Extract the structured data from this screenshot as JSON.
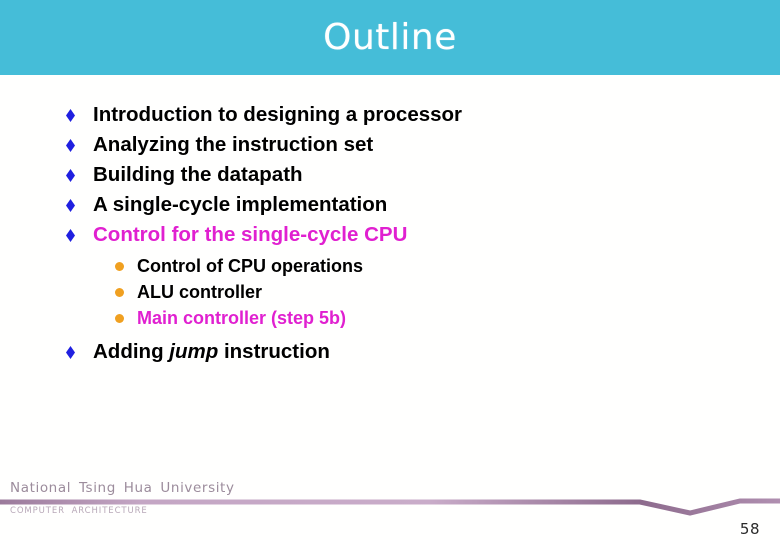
{
  "slide": {
    "title": "Outline",
    "page_number": "58",
    "colors": {
      "header_band": "#45BDD8",
      "title_text": "#FFFFFF",
      "body_text": "#000000",
      "highlight_text": "#E020D0",
      "diamond_bullet": "#2020E0",
      "dot_bullet": "#F0A020",
      "footer_rule": "#9B7A9B",
      "footer_text": "#9C8C9C"
    }
  },
  "outline": {
    "items": [
      {
        "label": "Introduction to designing a processor",
        "highlight": false
      },
      {
        "label": "Analyzing the instruction set",
        "highlight": false
      },
      {
        "label": "Building the datapath",
        "highlight": false
      },
      {
        "label": "A single-cycle implementation",
        "highlight": false
      },
      {
        "label": "Control for the single-cycle CPU",
        "highlight": true
      }
    ],
    "subitems": [
      {
        "label": "Control of CPU operations",
        "highlight": false
      },
      {
        "label": "ALU controller",
        "highlight": false
      },
      {
        "label": "Main controller (step 5b)",
        "highlight": true
      }
    ],
    "tail_item": {
      "prefix": "Adding ",
      "emphasis": "jump",
      "suffix": " instruction"
    }
  },
  "footer": {
    "university": "National Tsing Hua University",
    "department": "COMPUTER ARCHITECTURE"
  }
}
